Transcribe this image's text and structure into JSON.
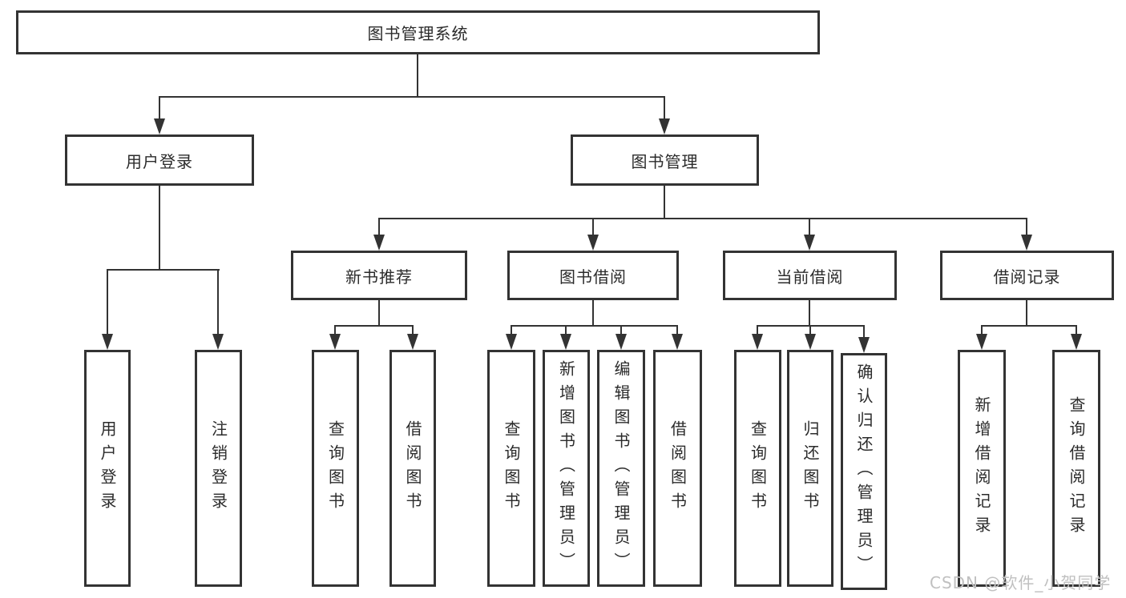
{
  "diagram": {
    "type": "tree",
    "background_color": "#ffffff",
    "line_color": "#333333",
    "text_color": "#2b2b2b"
  },
  "watermark": {
    "text": "CSDN @软件_小贺同学",
    "color": "#c0c0c0"
  },
  "nodes": {
    "root": {
      "label": "图书管理系统"
    },
    "user_login": {
      "label": "用户登录"
    },
    "book_mgmt": {
      "label": "图书管理"
    },
    "new_book_rec": {
      "label": "新书推荐"
    },
    "book_borrow": {
      "label": "图书借阅"
    },
    "current_borrow": {
      "label": "当前借阅"
    },
    "borrow_records": {
      "label": "借阅记录"
    },
    "login_leaf_1": {
      "label": "用户登录"
    },
    "login_leaf_2": {
      "label": "注销登录"
    },
    "rec_leaf_1": {
      "label": "查询图书"
    },
    "rec_leaf_2": {
      "label": "借阅图书"
    },
    "borrow_leaf_1": {
      "label": "查询图书"
    },
    "borrow_leaf_2": {
      "label": "新增图书（管理员）"
    },
    "borrow_leaf_3": {
      "label": "编辑图书（管理员）"
    },
    "borrow_leaf_4": {
      "label": "借阅图书"
    },
    "current_leaf_1": {
      "label": "查询图书"
    },
    "current_leaf_2": {
      "label": "归还图书"
    },
    "current_leaf_3": {
      "label": "确认归还（管理员）"
    },
    "record_leaf_1": {
      "label": "新增借阅记录"
    },
    "record_leaf_2": {
      "label": "查询借阅记录"
    }
  },
  "edges": [
    "图书管理系统→用户登录",
    "图书管理系统→图书管理",
    "用户登录→用户登录",
    "用户登录→注销登录",
    "图书管理→新书推荐",
    "图书管理→图书借阅",
    "图书管理→当前借阅",
    "图书管理→借阅记录",
    "新书推荐→查询图书",
    "新书推荐→借阅图书",
    "图书借阅→查询图书",
    "图书借阅→新增图书（管理员）",
    "图书借阅→编辑图书（管理员）",
    "图书借阅→借阅图书",
    "当前借阅→查询图书",
    "当前借阅→归还图书",
    "当前借阅→确认归还（管理员）",
    "借阅记录→新增借阅记录",
    "借阅记录→查询借阅记录"
  ]
}
